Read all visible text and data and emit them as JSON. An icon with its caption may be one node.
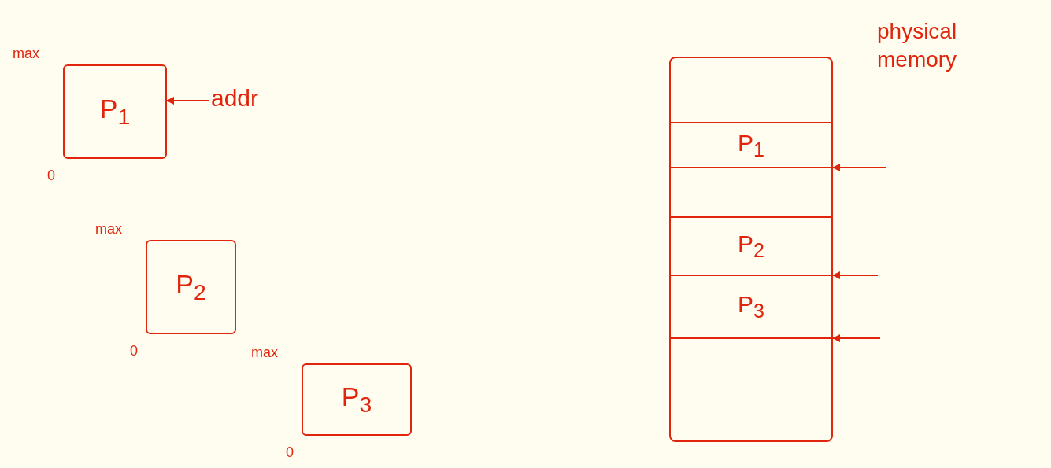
{
  "diagram": {
    "nodes": [
      {
        "text": [
          "P$_{1}$"
        ],
        "beside": [
          "max",
          "0"
        ]
      },
      {
        "text": [
          "addr"
        ]
      },
      {
        "text": [
          "P$_{2}$"
        ],
        "beside": [
          "max",
          "0"
        ]
      },
      {
        "text": [
          "P$_{3}$"
        ],
        "beside": [
          "max",
          "0"
        ]
      },
      {
        "text": [
          "physical memory"
        ]
      },
      {
        "text": [
          "P$_{1}$"
        ],
        "in": 4
      },
      {
        "text": [
          "P$_{2}$"
        ],
        "in": 4
      },
      {
        "text": [
          "P$_{3}$"
        ],
        "in": 4
      }
    ],
    "edges": [
      {
        "from": 1,
        "to": 0,
        "arrow": "to"
      },
      {
        "from": null,
        "to": 5,
        "arrow": "to"
      },
      {
        "from": null,
        "to": 6,
        "arrow": "to"
      },
      {
        "from": null,
        "to": 7,
        "arrow": "to"
      }
    ]
  }
}
